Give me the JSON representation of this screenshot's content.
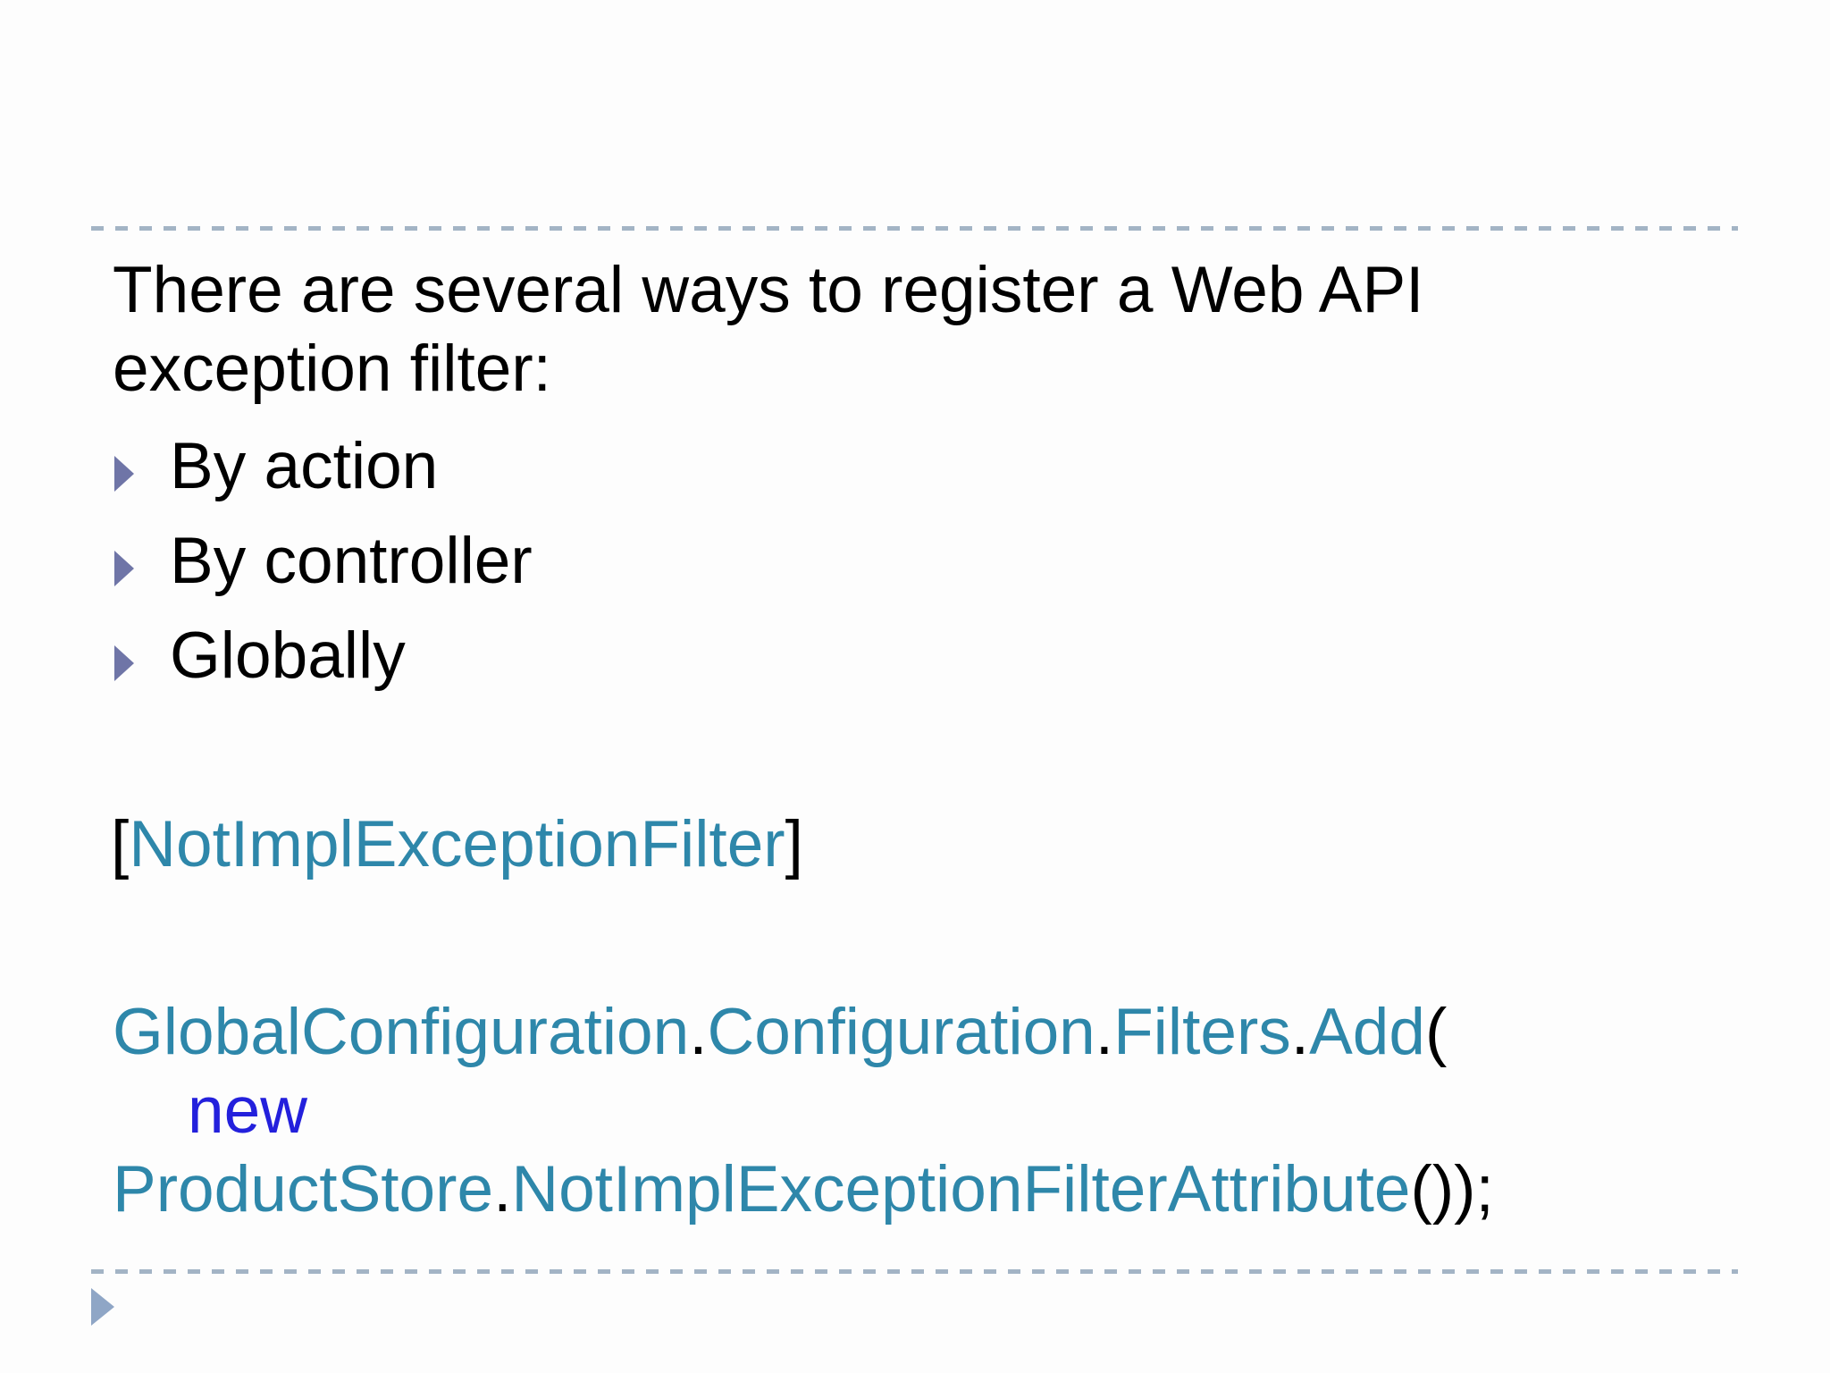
{
  "slide": {
    "title": {
      "line1": "There are several ways to register a Web API",
      "line2": "exception filter:"
    },
    "bullets": [
      {
        "label": "By action"
      },
      {
        "label": "By controller"
      },
      {
        "label": "Globally"
      }
    ],
    "attribute": {
      "open_bracket": "[",
      "name": "NotImplExceptionFilter",
      "close_bracket": "]"
    },
    "code": {
      "global_configuration": "GlobalConfiguration",
      "dot": ".",
      "configuration": "Configuration",
      "filters": "Filters",
      "add": "Add",
      "open_paren": "(",
      "keyword_new": "new",
      "product_store": "ProductStore",
      "attribute_class": "NotImplExceptionFilterAttribute",
      "close_tokens": "());"
    },
    "colors": {
      "type_teal": "#2E87AA",
      "keyword_blue": "#2320DC",
      "text_black": "#000000",
      "bullet_marker": "#6F75A7",
      "footer_arrow": "#8FA6C6",
      "divider_dash": "#A3B4C5",
      "background": "#FDFDFD"
    },
    "icons": {
      "bullet_marker": "right-triangle",
      "footer_arrow": "right-triangle"
    }
  }
}
